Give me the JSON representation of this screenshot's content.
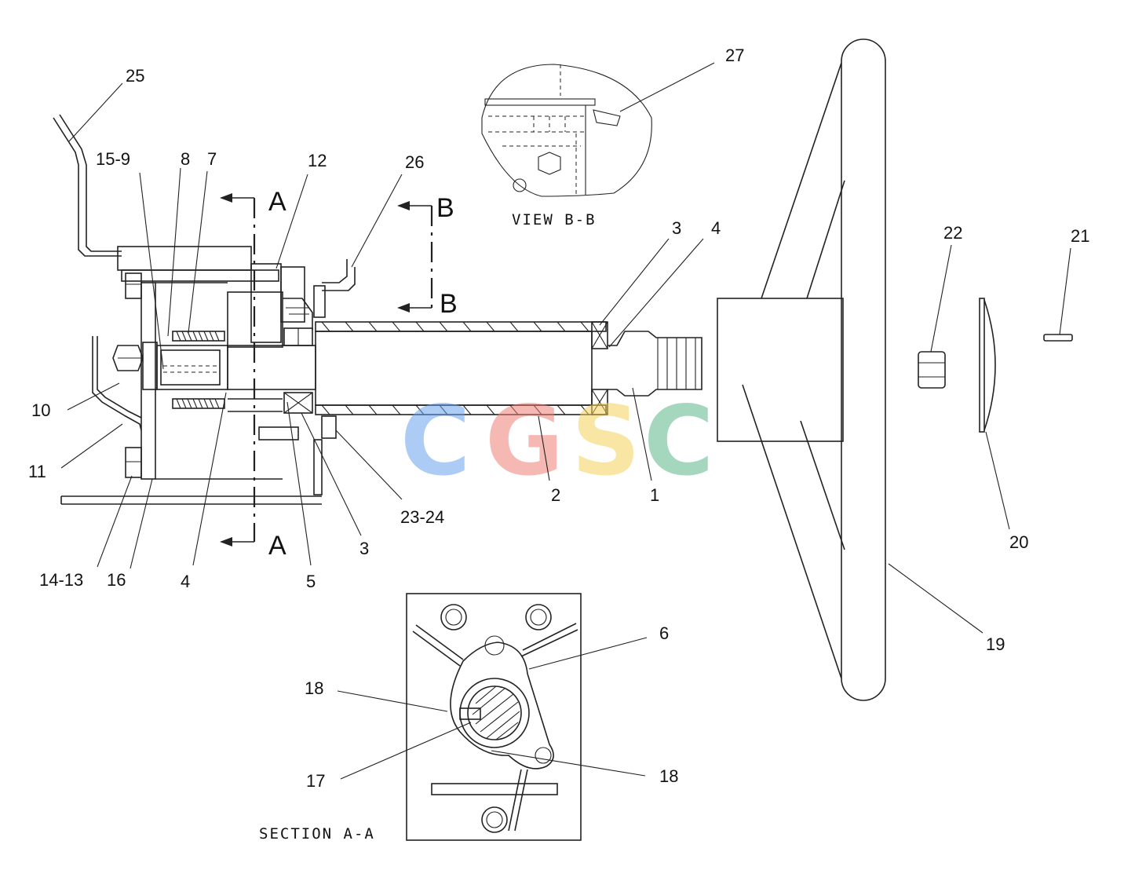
{
  "callouts": [
    {
      "id": "c1",
      "text": "1"
    },
    {
      "id": "c2",
      "text": "2"
    },
    {
      "id": "c3a",
      "text": "3"
    },
    {
      "id": "c3b",
      "text": "3"
    },
    {
      "id": "c4a",
      "text": "4"
    },
    {
      "id": "c4b",
      "text": "4"
    },
    {
      "id": "c5",
      "text": "5"
    },
    {
      "id": "c6",
      "text": "6"
    },
    {
      "id": "c7",
      "text": "7"
    },
    {
      "id": "c8",
      "text": "8"
    },
    {
      "id": "c9",
      "text": "15-9"
    },
    {
      "id": "c10",
      "text": "10"
    },
    {
      "id": "c11",
      "text": "11"
    },
    {
      "id": "c12",
      "text": "12"
    },
    {
      "id": "c13",
      "text": "14-13"
    },
    {
      "id": "c16",
      "text": "16"
    },
    {
      "id": "c17",
      "text": "17"
    },
    {
      "id": "c18a",
      "text": "18"
    },
    {
      "id": "c18b",
      "text": "18"
    },
    {
      "id": "c19",
      "text": "19"
    },
    {
      "id": "c20",
      "text": "20"
    },
    {
      "id": "c21",
      "text": "21"
    },
    {
      "id": "c22",
      "text": "22"
    },
    {
      "id": "c23",
      "text": "23-24"
    },
    {
      "id": "c25",
      "text": "25"
    },
    {
      "id": "c26",
      "text": "26"
    },
    {
      "id": "c27",
      "text": "27"
    }
  ],
  "section_markers": {
    "a_top": "A",
    "a_bottom": "A",
    "b_top": "B",
    "b_bottom": "B"
  },
  "view_labels": {
    "view_bb": "VIEW B-B",
    "section_aa": "SECTION A-A"
  },
  "watermark": {
    "letters": [
      "C",
      "G",
      "S",
      "C"
    ],
    "colors": [
      "#6aa3f0",
      "#f07f74",
      "#f5d25a",
      "#5cb88c"
    ]
  }
}
